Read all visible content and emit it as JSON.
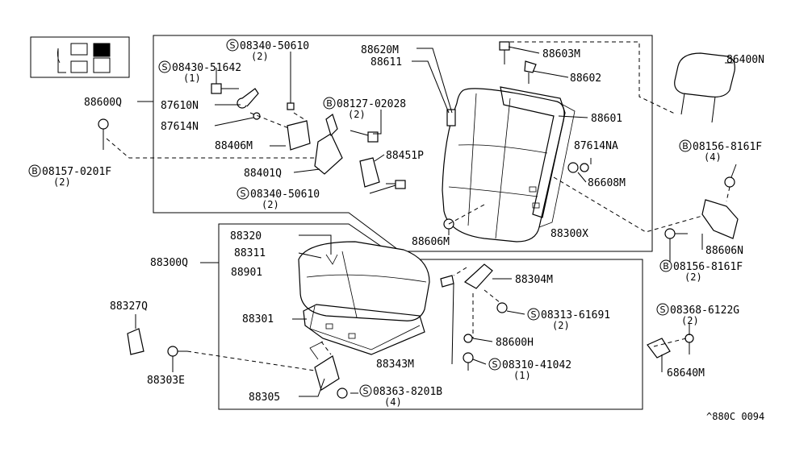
{
  "diagram": {
    "part_labels": [
      {
        "id": "p1",
        "prefix": "S",
        "number": "08340-50610",
        "qty": "(2)"
      },
      {
        "id": "p2",
        "prefix": "S",
        "number": "08430-51642",
        "qty": "(1)"
      },
      {
        "id": "p3",
        "prefix": "",
        "number": "88600Q",
        "qty": ""
      },
      {
        "id": "p4",
        "prefix": "",
        "number": "87610N",
        "qty": ""
      },
      {
        "id": "p5",
        "prefix": "",
        "number": "87614N",
        "qty": ""
      },
      {
        "id": "p6",
        "prefix": "B",
        "number": "08127-02028",
        "qty": "(2)"
      },
      {
        "id": "p7",
        "prefix": "",
        "number": "88406M",
        "qty": ""
      },
      {
        "id": "p8",
        "prefix": "",
        "number": "88401Q",
        "qty": ""
      },
      {
        "id": "p9",
        "prefix": "",
        "number": "88451P",
        "qty": ""
      },
      {
        "id": "p10",
        "prefix": "S",
        "number": "08340-50610",
        "qty": "(2)"
      },
      {
        "id": "p11",
        "prefix": "B",
        "number": "08157-0201F",
        "qty": "(2)"
      },
      {
        "id": "p12",
        "prefix": "",
        "number": "88620M",
        "qty": ""
      },
      {
        "id": "p13",
        "prefix": "",
        "number": "88611",
        "qty": ""
      },
      {
        "id": "p14",
        "prefix": "",
        "number": "88603M",
        "qty": ""
      },
      {
        "id": "p15",
        "prefix": "",
        "number": "88602",
        "qty": ""
      },
      {
        "id": "p16",
        "prefix": "",
        "number": "88601",
        "qty": ""
      },
      {
        "id": "p17",
        "prefix": "",
        "number": "87614NA",
        "qty": ""
      },
      {
        "id": "p18",
        "prefix": "",
        "number": "86608M",
        "qty": ""
      },
      {
        "id": "p19",
        "prefix": "",
        "number": "88606M",
        "qty": ""
      },
      {
        "id": "p20",
        "prefix": "",
        "number": "88300X",
        "qty": ""
      },
      {
        "id": "p21",
        "prefix": "",
        "number": "86400N",
        "qty": ""
      },
      {
        "id": "p22",
        "prefix": "B",
        "number": "08156-8161F",
        "qty": "(4)"
      },
      {
        "id": "p23",
        "prefix": "",
        "number": "88606N",
        "qty": ""
      },
      {
        "id": "p24",
        "prefix": "B",
        "number": "08156-8161F",
        "qty": "(2)"
      },
      {
        "id": "p25",
        "prefix": "",
        "number": "88320",
        "qty": ""
      },
      {
        "id": "p26",
        "prefix": "",
        "number": "88311",
        "qty": ""
      },
      {
        "id": "p27",
        "prefix": "",
        "number": "88300Q",
        "qty": ""
      },
      {
        "id": "p28",
        "prefix": "",
        "number": "88901",
        "qty": ""
      },
      {
        "id": "p29",
        "prefix": "",
        "number": "88301",
        "qty": ""
      },
      {
        "id": "p30",
        "prefix": "",
        "number": "88327Q",
        "qty": ""
      },
      {
        "id": "p31",
        "prefix": "",
        "number": "88303E",
        "qty": ""
      },
      {
        "id": "p32",
        "prefix": "",
        "number": "88305",
        "qty": ""
      },
      {
        "id": "p33",
        "prefix": "S",
        "number": "08363-8201B",
        "qty": "(4)"
      },
      {
        "id": "p34",
        "prefix": "",
        "number": "88343M",
        "qty": ""
      },
      {
        "id": "p35",
        "prefix": "",
        "number": "88304M",
        "qty": ""
      },
      {
        "id": "p36",
        "prefix": "S",
        "number": "08313-61691",
        "qty": "(2)"
      },
      {
        "id": "p37",
        "prefix": "",
        "number": "88600H",
        "qty": ""
      },
      {
        "id": "p38",
        "prefix": "S",
        "number": "08310-41042",
        "qty": "(1)"
      },
      {
        "id": "p39",
        "prefix": "S",
        "number": "08368-6122G",
        "qty": "(2)"
      },
      {
        "id": "p40",
        "prefix": "",
        "number": "68640M",
        "qty": ""
      }
    ],
    "reference_code": "^880C 0094"
  }
}
